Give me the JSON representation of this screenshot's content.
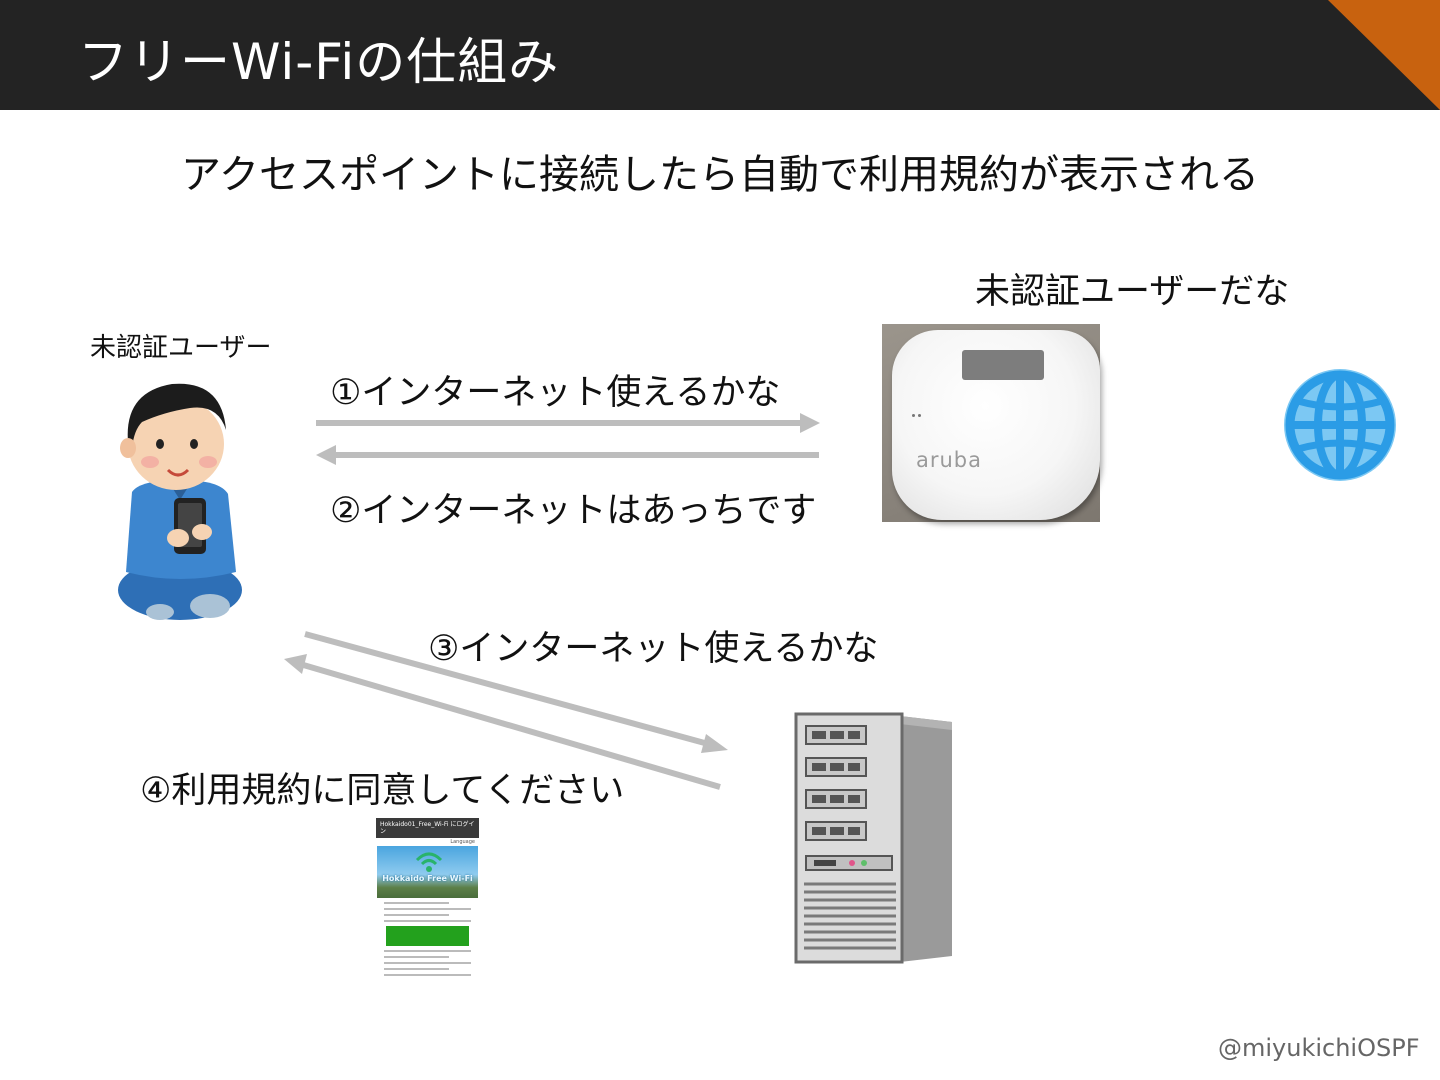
{
  "header": {
    "title": "フリーWi-Fiの仕組み",
    "accent_color": "#c8620f",
    "background_color": "#232323"
  },
  "subtitle": "アクセスポイントに接続したら自動で利用規約が表示される",
  "diagram": {
    "user_label": "未認証ユーザー",
    "ap_caption": "未認証ユーザーだな",
    "ap_logo": "aruba",
    "steps": [
      "①インターネット使えるかな",
      "②インターネットはあっちです",
      "③インターネット使えるかな",
      "④利用規約に同意してください"
    ],
    "icons": {
      "user": "person-with-smartphone-icon",
      "access_point": "wireless-access-point-icon",
      "internet": "globe-icon",
      "server": "tower-server-icon",
      "terms": "terms-of-use-screenshot"
    },
    "arrow_color": "#bdbdbd",
    "globe_color": "#2b9ce6"
  },
  "terms_page": {
    "window_title": "Hokkaido01_Free_Wi-Fi にログイン",
    "language": "Language",
    "banner": "Hokkaido Free Wi-Fi"
  },
  "credit": "@miyukichiOSPF"
}
